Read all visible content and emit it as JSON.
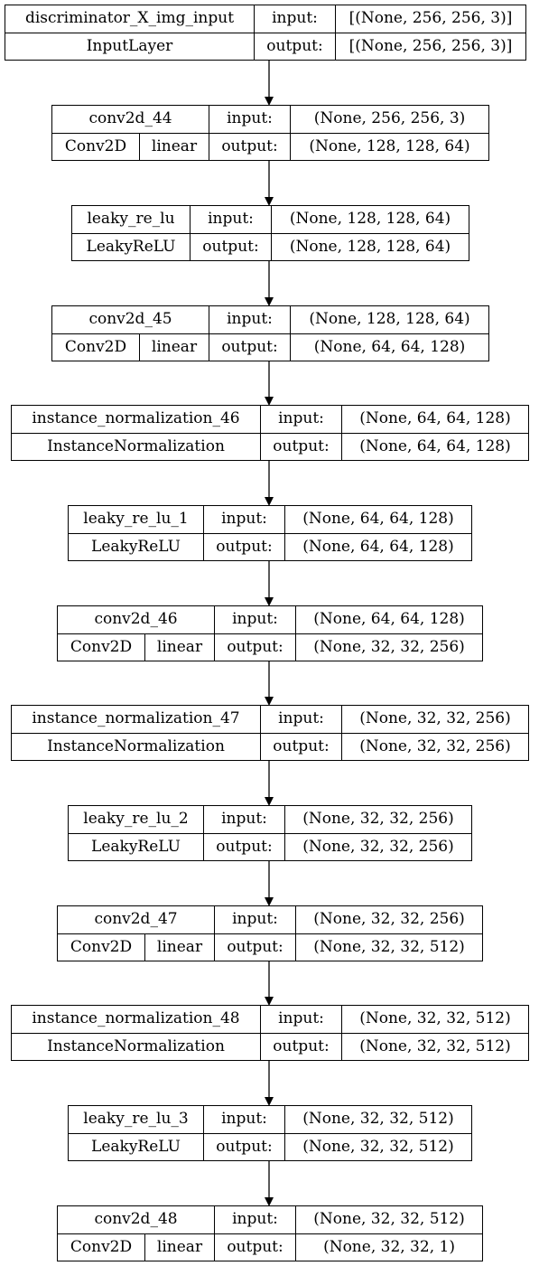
{
  "labels": {
    "input": "input:",
    "output": "output:"
  },
  "layers": [
    {
      "name": "discriminator_X_img_input",
      "type": "InputLayer",
      "activation": "",
      "input": "[(None, 256, 256, 3)]",
      "output": "[(None, 256, 256, 3)]"
    },
    {
      "name": "conv2d_44",
      "type": "Conv2D",
      "activation": "linear",
      "input": "(None, 256, 256, 3)",
      "output": "(None, 128, 128, 64)"
    },
    {
      "name": "leaky_re_lu",
      "type": "LeakyReLU",
      "activation": "",
      "input": "(None, 128, 128, 64)",
      "output": "(None, 128, 128, 64)"
    },
    {
      "name": "conv2d_45",
      "type": "Conv2D",
      "activation": "linear",
      "input": "(None, 128, 128, 64)",
      "output": "(None, 64, 64, 128)"
    },
    {
      "name": "instance_normalization_46",
      "type": "InstanceNormalization",
      "activation": "",
      "input": "(None, 64, 64, 128)",
      "output": "(None, 64, 64, 128)"
    },
    {
      "name": "leaky_re_lu_1",
      "type": "LeakyReLU",
      "activation": "",
      "input": "(None, 64, 64, 128)",
      "output": "(None, 64, 64, 128)"
    },
    {
      "name": "conv2d_46",
      "type": "Conv2D",
      "activation": "linear",
      "input": "(None, 64, 64, 128)",
      "output": "(None, 32, 32, 256)"
    },
    {
      "name": "instance_normalization_47",
      "type": "InstanceNormalization",
      "activation": "",
      "input": "(None, 32, 32, 256)",
      "output": "(None, 32, 32, 256)"
    },
    {
      "name": "leaky_re_lu_2",
      "type": "LeakyReLU",
      "activation": "",
      "input": "(None, 32, 32, 256)",
      "output": "(None, 32, 32, 256)"
    },
    {
      "name": "conv2d_47",
      "type": "Conv2D",
      "activation": "linear",
      "input": "(None, 32, 32, 256)",
      "output": "(None, 32, 32, 512)"
    },
    {
      "name": "instance_normalization_48",
      "type": "InstanceNormalization",
      "activation": "",
      "input": "(None, 32, 32, 512)",
      "output": "(None, 32, 32, 512)"
    },
    {
      "name": "leaky_re_lu_3",
      "type": "LeakyReLU",
      "activation": "",
      "input": "(None, 32, 32, 512)",
      "output": "(None, 32, 32, 512)"
    },
    {
      "name": "conv2d_48",
      "type": "Conv2D",
      "activation": "linear",
      "input": "(None, 32, 32, 512)",
      "output": "(None, 32, 32, 1)"
    }
  ]
}
